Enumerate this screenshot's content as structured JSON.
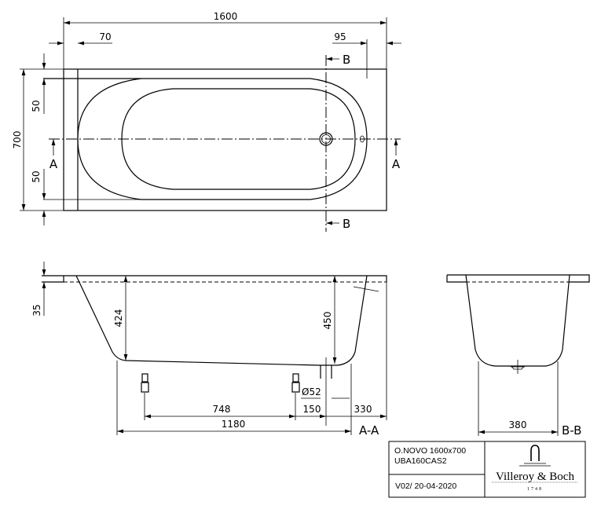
{
  "top_view": {
    "dims": {
      "length": "1600",
      "left_rim": "70",
      "right_rim": "95",
      "width": "700",
      "rim_top": "50",
      "rim_bottom": "50"
    },
    "section_a": "A",
    "section_b": "B"
  },
  "section_aa": {
    "label": "A-A",
    "dims": {
      "rim_thickness": "35",
      "depth_left": "424",
      "depth_right": "450",
      "drain_diameter": "Ø52",
      "feet_spacing": "748",
      "foot_to_drain": "150",
      "drain_to_end": "330",
      "bottom_length": "1180"
    }
  },
  "section_bb": {
    "label": "B-B",
    "dims": {
      "bottom_width": "380"
    }
  },
  "title_block": {
    "product": "O.NOVO 1600x700",
    "code": "UBA160CAS2",
    "version": "V02/ 20-04-2020",
    "brand": "Villeroy & Boch",
    "brand_year": "1748"
  }
}
